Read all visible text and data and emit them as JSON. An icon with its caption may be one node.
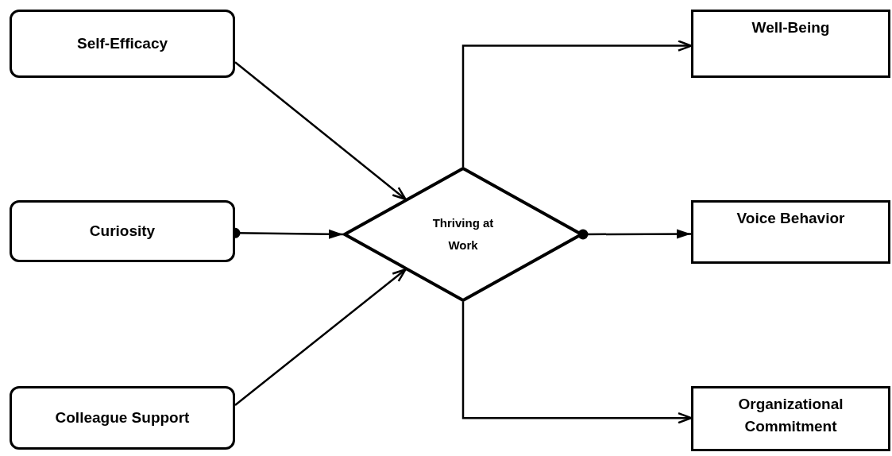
{
  "diagram": {
    "nodes": [
      {
        "text": [
          "Self-Efficacy"
        ]
      },
      {
        "text": [
          "Curiosity"
        ]
      },
      {
        "text": [
          "Colleague Support"
        ]
      },
      {
        "text": [
          "Thriving at Work"
        ]
      },
      {
        "text": [
          "Well-Being"
        ]
      },
      {
        "text": [
          "Voice Behavior"
        ]
      },
      {
        "text": [
          "Organizational Commitment"
        ]
      }
    ],
    "edges": [
      {
        "from": 0,
        "to": 3,
        "arrow": "to"
      },
      {
        "from": 1,
        "to": 3,
        "arrow": "to"
      },
      {
        "from": 2,
        "to": 3,
        "arrow": "to"
      },
      {
        "from": 3,
        "to": 4,
        "arrow": "to"
      },
      {
        "from": 3,
        "to": 5,
        "arrow": "to"
      },
      {
        "from": 3,
        "to": 6,
        "arrow": "to"
      }
    ]
  }
}
